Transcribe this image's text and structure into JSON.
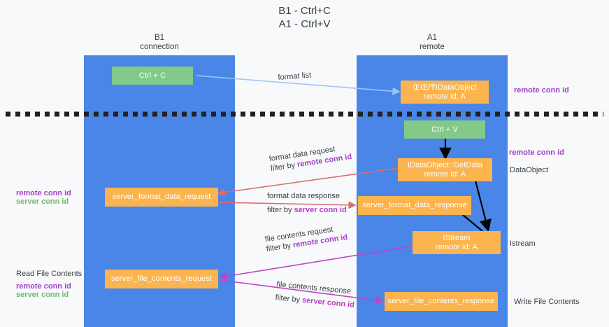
{
  "title": {
    "line1": "B1 - Ctrl+C",
    "line2": "A1 - Ctrl+V"
  },
  "columns": [
    {
      "name": "B1",
      "sub": "connection"
    },
    {
      "name": "A1",
      "sub": "remote"
    }
  ],
  "nodes": {
    "ctrl_c": "Ctrl + C",
    "ctrl_v": "Ctrl + V",
    "idataobject_line1": "ŒŒ/ͳIDataObject",
    "idataobject_line2": "remote id: A",
    "getdata_line1": "IDataObject::GetData",
    "getdata_line2": "remote id: A",
    "istream_line1": "IStream",
    "istream_line2": "remote id: A",
    "server_format_data_request": "server_format_data_request",
    "server_format_data_response": "server_format_data_response",
    "server_file_contents_request": "server_file_contents_request",
    "server_file_contents_response": "server_file_contents_response"
  },
  "edges": {
    "format_list": "format list",
    "format_data_request": "format data request",
    "format_data_request_filter_prefix": "filter by ",
    "format_data_request_filter_key": "remote conn id",
    "format_data_response": "format data response",
    "format_data_response_filter_prefix": "filter by ",
    "format_data_response_filter_key": "server conn id",
    "file_contents_request": "file contents request",
    "file_contents_request_filter_prefix": "filter by ",
    "file_contents_request_filter_key": "remote conn id",
    "file_contents_response": "file contents response",
    "file_contents_response_filter_prefix": "filter by ",
    "file_contents_response_filter_key": "server conn id"
  },
  "annotations": {
    "right_remote_conn_id_top": "remote conn id",
    "right_remote_conn_id_mid": "remote conn id",
    "right_dataobject": "DataObject",
    "right_istream": "Istream",
    "right_write_file_contents": "Write File Contents",
    "left_remote_conn_id_1": "remote conn id",
    "left_server_conn_id_1": "server conn id",
    "left_read_file_contents": "Read File Contents",
    "left_remote_conn_id_2": "remote conn id",
    "left_server_conn_id_2": "server conn id"
  },
  "colors": {
    "lane": "#4a86e8",
    "green_node": "#82c98a",
    "orange_node": "#fbb44e",
    "remote_key": "#a142c4",
    "server_key": "#70b86f",
    "arrow_light_blue": "#9fc5f8",
    "arrow_red": "#e06c6c",
    "arrow_magenta": "#c243c2",
    "arrow_black": "#000000",
    "divider": "#222222",
    "background": "#f8f9fa"
  }
}
